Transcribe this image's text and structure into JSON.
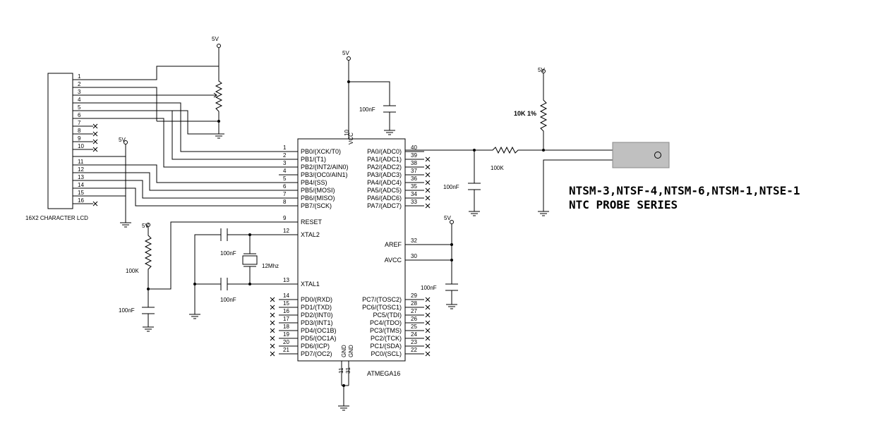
{
  "mcu": {
    "name": "ATMEGA16",
    "vcc_label": "VCC",
    "vcc_pin": "10",
    "gnd_labels": [
      "GND",
      "GND"
    ],
    "gnd_pins": [
      "11",
      "31"
    ],
    "left_pins": [
      {
        "num": "1",
        "name": "PB0/(XCK/T0)"
      },
      {
        "num": "2",
        "name": "PB1/(T1)"
      },
      {
        "num": "3",
        "name": "PB2/(INT2/AIN0)"
      },
      {
        "num": "4",
        "name": "PB3/(OC0/AIN1)"
      },
      {
        "num": "5",
        "name": "PB4/(SS)"
      },
      {
        "num": "6",
        "name": "PB5/(MOSI)"
      },
      {
        "num": "7",
        "name": "PB6/(MISO)"
      },
      {
        "num": "8",
        "name": "PB7/(SCK)"
      },
      {
        "num": "9",
        "name": "RESET"
      },
      {
        "num": "12",
        "name": "XTAL2"
      },
      {
        "num": "13",
        "name": "XTAL1"
      },
      {
        "num": "14",
        "name": "PD0/(RXD)"
      },
      {
        "num": "15",
        "name": "PD1/(TXD)"
      },
      {
        "num": "16",
        "name": "PD2/(INT0)"
      },
      {
        "num": "17",
        "name": "PD3/(INT1)"
      },
      {
        "num": "18",
        "name": "PD4/(OC1B)"
      },
      {
        "num": "19",
        "name": "PD5/(OC1A)"
      },
      {
        "num": "20",
        "name": "PD6/(ICP)"
      },
      {
        "num": "21",
        "name": "PD7/(OC2)"
      }
    ],
    "right_pins": [
      {
        "num": "40",
        "name": "PA0/(ADC0)"
      },
      {
        "num": "39",
        "name": "PA1/(ADC1)"
      },
      {
        "num": "38",
        "name": "PA2/(ADC2)"
      },
      {
        "num": "37",
        "name": "PA3/(ADC3)"
      },
      {
        "num": "36",
        "name": "PA4/(ADC4)"
      },
      {
        "num": "35",
        "name": "PA5/(ADC5)"
      },
      {
        "num": "34",
        "name": "PA6/(ADC6)"
      },
      {
        "num": "33",
        "name": "PA7/(ADC7)"
      },
      {
        "num": "32",
        "name": "AREF"
      },
      {
        "num": "30",
        "name": "AVCC"
      },
      {
        "num": "29",
        "name": "PC7/(TOSC2)"
      },
      {
        "num": "28",
        "name": "PC6/(TOSC1)"
      },
      {
        "num": "27",
        "name": "PC5/(TDI)"
      },
      {
        "num": "26",
        "name": "PC4/(TDO)"
      },
      {
        "num": "25",
        "name": "PC3/(TMS)"
      },
      {
        "num": "24",
        "name": "PC2/(TCK)"
      },
      {
        "num": "23",
        "name": "PC1/(SDA)"
      },
      {
        "num": "22",
        "name": "PC0/(SCL)"
      }
    ]
  },
  "lcd": {
    "label": "16X2 CHARACTER LCD",
    "pins": [
      "1",
      "2",
      "3",
      "4",
      "5",
      "6",
      "7",
      "8",
      "9",
      "10",
      "11",
      "12",
      "13",
      "14",
      "15",
      "16"
    ]
  },
  "labels": {
    "v5": "5V",
    "cap_100nF": "100nF",
    "crystal": "12Mhz",
    "r_100k_reset": "100K",
    "r_10k": "10K 1%",
    "r_100k_sensor": "100K"
  },
  "probe": {
    "title": "NTSM-3,NTSF-4,NTSM-6,NTSM-1,NTSE-1",
    "subtitle": "NTC PROBE SERIES",
    "color": "#c0c0c0"
  }
}
